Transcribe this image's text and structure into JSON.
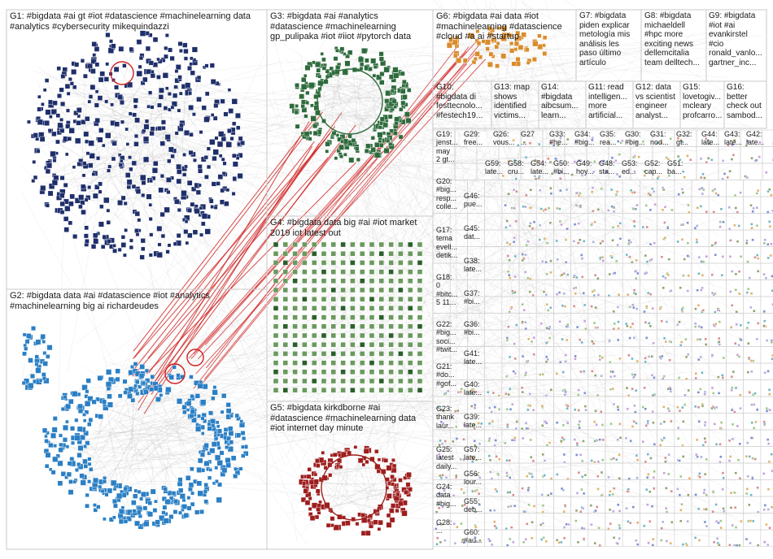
{
  "colors": {
    "g1": "#1f2f6b",
    "g2": "#2b7fc4",
    "g3": "#2e6b3c",
    "g4": "#6a9a5e",
    "g5": "#9e1e1e",
    "edge": "#b8b8b8",
    "edge_red": "#d02020",
    "border": "#c8c8c8"
  },
  "groups": {
    "g1": "G1: #bigdata #ai gt #iot #datascience #machinelearning data\n#analytics #cybersecurity mikequindazzi",
    "g2": "G2: #bigdata data #ai #datascience #iot #analytics\n#machinelearning big ai richardeudes",
    "g3": "G3: #bigdata #ai #analytics\n#datascience #machinelearning\ngp_pulipaka #iot #iiot #pytorch data",
    "g4": "G4: #bigdata data big #ai #iot market\n2019 iot latest out",
    "g5": "G5: #bigdata kirkdborne #ai\n#datascience #machinelearning data\n#iot internet day minute",
    "g6": "G6: #bigdata #ai data #iot\n#machinelearning #datascience\n#cloud #a ai #startup",
    "g7": "G7: #bigdata\npiden explicar\nmetología mis\nanálisis les\npaso último\nartículo",
    "g8": "G8: #bigdata\nmichaeldell\n#hpc more\nexciting news\ndellemcitalia\nteam delltech...",
    "g9": "G9: #bigdata\n#iot #ai\nevankirstel\n#cio\nronald_vanlo...\ngartner_inc...",
    "g10": "G10:\n#bigdata di\nfesttecnolo...\n#festech19...",
    "g13": "G13: map\nshows\nidentified\nvictims...",
    "g14": "G14:\n#bigdata\naibcsum...\nlearn...",
    "g11": "G11: read\nintelligen...\nmore\nartificial...",
    "g12": "G12: data\nvs scientist\nengineer\nanalyst...",
    "g15": "G15:\nlovetogiv...\nmcleary\nprofcarro...",
    "g16": "G16:\nbetter\ncheck out\nsambod...",
    "g19": "G19:\njenst...\nmay\n2 gt...",
    "g29": "G29:\nfree...",
    "g26": "G26:\nvous...",
    "g27": "G27\n...",
    "g33": "G33:\n#he...",
    "g34": "G34:\n#big...",
    "g35": "G35:\nrea...",
    "g30": "G30:\n#big...",
    "g31": "G31:\nnod...",
    "g32": "G32:\ngt...",
    "g44": "G44:\nlate...",
    "g43": "G43:\nlate...",
    "g42": "G42:\nlate...",
    "g20": "G20:\n#big...\nresp...\ncolle...",
    "g17": "G17:\ntema\nevell...\ndetik...",
    "g18": "G18:\n0\n#bitc...\n5 11...",
    "g22": "G22:\n#big...\nsoci...\n#twit...",
    "g21": "G21:\n#do...\n#gof...",
    "g23": "G23:\nthank\nlaur...",
    "g25": "G25:\nlatest\ndaily...",
    "g24": "G24:\ndata\n#big...",
    "g28": "G28:\n...",
    "g59": "G59:\nlate...",
    "g58": "G58:\ncru...",
    "g54": "G54:\nlate...",
    "g50": "G50:\n#bi...",
    "g49": "G49:\nhoy...",
    "g48": "G48:\nsta...",
    "g53": "G53:\ned...",
    "g52": "G52:\ncap...",
    "g51": "G51:\nba...",
    "g46": "G46:\npue...",
    "g45": "G45:\ndat...",
    "g38": "G38:\nlate...",
    "g37": "G37:\n#bi...",
    "g36": "G36:\n#bi...",
    "g41": "G41:\nlate...",
    "g40": "G40:\nlate...",
    "g39": "G39:\nlate...",
    "g57": "G57:\nlate...",
    "g56": "G56:\nlour...",
    "g55": "G55:\ndeb...",
    "g60": "G60:\n#au..."
  }
}
